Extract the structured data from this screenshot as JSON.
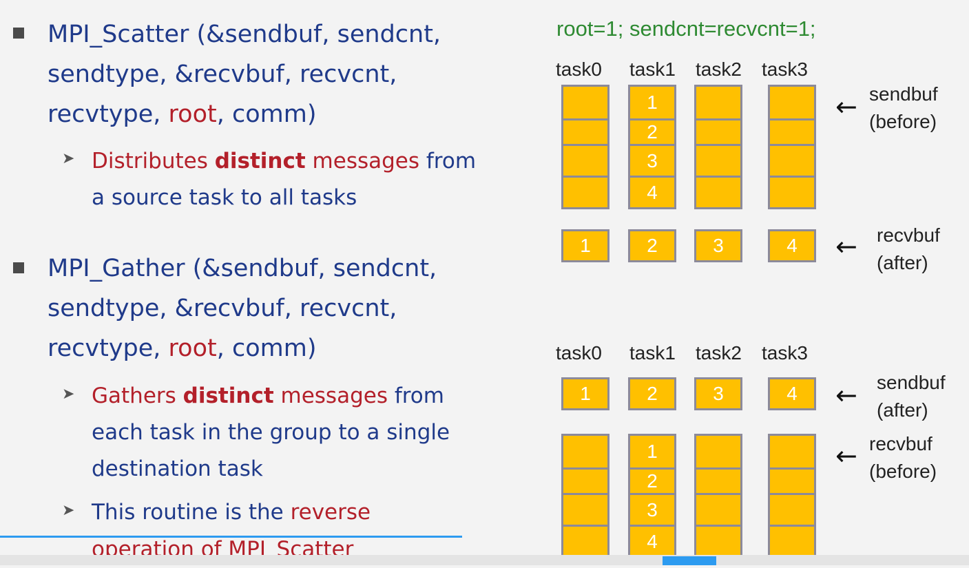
{
  "scatter": {
    "sig1": "MPI_Scatter (&sendbuf, sendcnt,",
    "sig2": "sendtype, &recvbuf, recvcnt,",
    "sig3_a": "recvtype, ",
    "sig3_root": "root",
    "sig3_b": ", comm)",
    "desc_a": "Distributes ",
    "desc_bold": "distinct",
    "desc_b": " messages",
    "desc_c": " from",
    "desc2": "a source task to all tasks"
  },
  "gather": {
    "sig1": "MPI_Gather (&sendbuf, sendcnt,",
    "sig2": "sendtype, &recvbuf, recvcnt,",
    "sig3_a": "recvtype, ",
    "sig3_root": "root",
    "sig3_b": ", comm)",
    "desc_a": "Gathers ",
    "desc_bold": "distinct",
    "desc_b": " messages",
    "desc_c": " from",
    "desc2": "each task in the group to a single",
    "desc3": "destination task",
    "note_a": "This routine is the ",
    "note_b": "reverse",
    "note2": "operation of MPI_Scatter"
  },
  "diagram": {
    "params": "root=1; sendcnt=recvcnt=1;",
    "tasks": [
      "task0",
      "task1",
      "task2",
      "task3"
    ],
    "cells": [
      "1",
      "2",
      "3",
      "4"
    ],
    "top_sendbuf": [
      "sendbuf",
      "(before)"
    ],
    "top_recvbuf": [
      "recvbuf",
      "(after)"
    ],
    "bottom_sendbuf": [
      "sendbuf",
      "(after)"
    ],
    "bottom_recvbuf": [
      "recvbuf",
      "(before)"
    ],
    "arrow": "←",
    "cell_color": "#ffc000",
    "cell_border": "#8c8a9a"
  },
  "icons": {
    "bullet": "square-bullet",
    "sub_bullet": "arrowhead-bullet"
  }
}
